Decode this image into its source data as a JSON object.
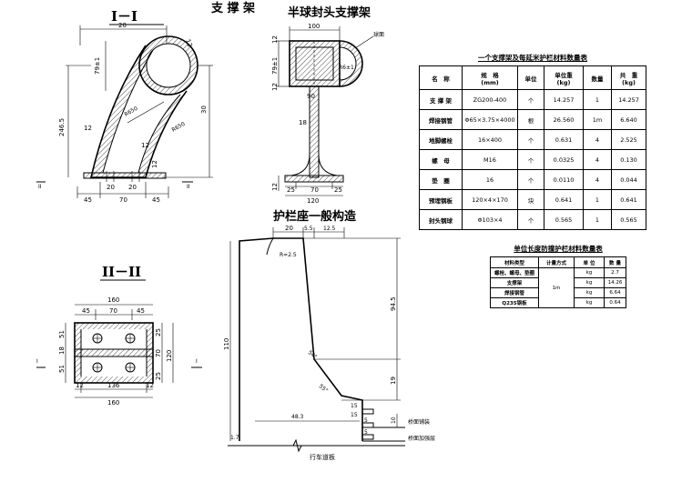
{
  "titles": {
    "section1": "I－I",
    "support": "支 撑 架",
    "halfball": "半球封头支撑架",
    "guardrail_base": "护栏座一般构造",
    "section2": "II－II",
    "ball_label": "球面",
    "deck_pave": "桥面铺装",
    "deck_reinf": "桥面加强层",
    "lane_board": "行车道板"
  },
  "section_marks": {
    "roman1": "I",
    "roman2": "II"
  },
  "dims": {
    "s1_top": "20",
    "s1_12a": "12",
    "s1_79": "79±1",
    "s1_r": "R650",
    "s1_r2": "R650",
    "s1_height": "246.5",
    "s1_30": "30",
    "s1_12b": "12",
    "s1_12c": "12",
    "s1_12d": "12",
    "s1_20a": "20",
    "s1_20b": "20",
    "s1_45": "45",
    "s1_70": "70",
    "s1_45b": "45",
    "hb_100": "100",
    "hb_12a": "12",
    "hb_79": "79±1",
    "hb_r": "R6±1",
    "hb_12b": "12",
    "hb_90": "90",
    "hb_18": "18",
    "hb_12c": "12",
    "hb_25a": "25",
    "hb_70": "70",
    "hb_25b": "25",
    "hb_120": "120",
    "s2_160": "160",
    "s2_45": "45",
    "s2_70": "70",
    "s2_45b": "45",
    "s2_18": "18",
    "s2_51a": "51",
    "s2_51b": "51",
    "s2_25a": "25",
    "s2_70v": "70",
    "s2_25b": "25",
    "s2_120": "120",
    "s2_12a": "12",
    "s2_136": "136",
    "s2_12b": "12",
    "s2_160b": "160",
    "g_20": "20",
    "g_55": "5.5",
    "g_125": "12.5",
    "g_r": "R=2.5",
    "g_945": "94.5",
    "g_110": "110",
    "g_19": "19",
    "g_15a": "15",
    "g_15b": "15",
    "g_10": "10",
    "g_483": "48.3",
    "g_17": "1.7",
    "g_5a": "5",
    "g_5b": "5",
    "g_a1": "54°",
    "g_a2": "55°"
  },
  "table1": {
    "title": "一个支撑架及每延米护栏材料数量表",
    "headers": [
      [
        "名　称",
        ""
      ],
      [
        "规　格",
        "(mm)"
      ],
      [
        "单位",
        ""
      ],
      [
        "单位重",
        "(kg)"
      ],
      [
        "数量",
        ""
      ],
      [
        "共　重",
        "(kg)"
      ]
    ],
    "rows": [
      [
        "支 撑 架",
        "ZG200-400",
        "个",
        "14.257",
        "1",
        "14.257"
      ],
      [
        "焊接钢管",
        "Φ65×3.75×4000",
        "根",
        "26.560",
        "1m",
        "6.640"
      ],
      [
        "地脚螺栓",
        "16×400",
        "个",
        "0.631",
        "4",
        "2.525"
      ],
      [
        "螺　母",
        "M16",
        "个",
        "0.0325",
        "4",
        "0.130"
      ],
      [
        "垫　圈",
        "16",
        "个",
        "0.0110",
        "4",
        "0.044"
      ],
      [
        "预埋钢板",
        "120×4×170",
        "块",
        "0.641",
        "1",
        "0.641"
      ],
      [
        "封头钢球",
        "Φ103×4",
        "个",
        "0.565",
        "1",
        "0.565"
      ]
    ]
  },
  "table2": {
    "title": "单位长度防撞护栏材料数量表",
    "headers": [
      "材料类型",
      "计量方式",
      "单 位",
      "数 量"
    ],
    "unit_col": "1m",
    "rows": [
      [
        "螺栓、螺母、垫圈",
        "kg",
        "2.7"
      ],
      [
        "支撑架",
        "kg",
        "14.26"
      ],
      [
        "焊接钢管",
        "kg",
        "6.64"
      ],
      [
        "Q235钢板",
        "kg",
        "0.64"
      ]
    ]
  }
}
